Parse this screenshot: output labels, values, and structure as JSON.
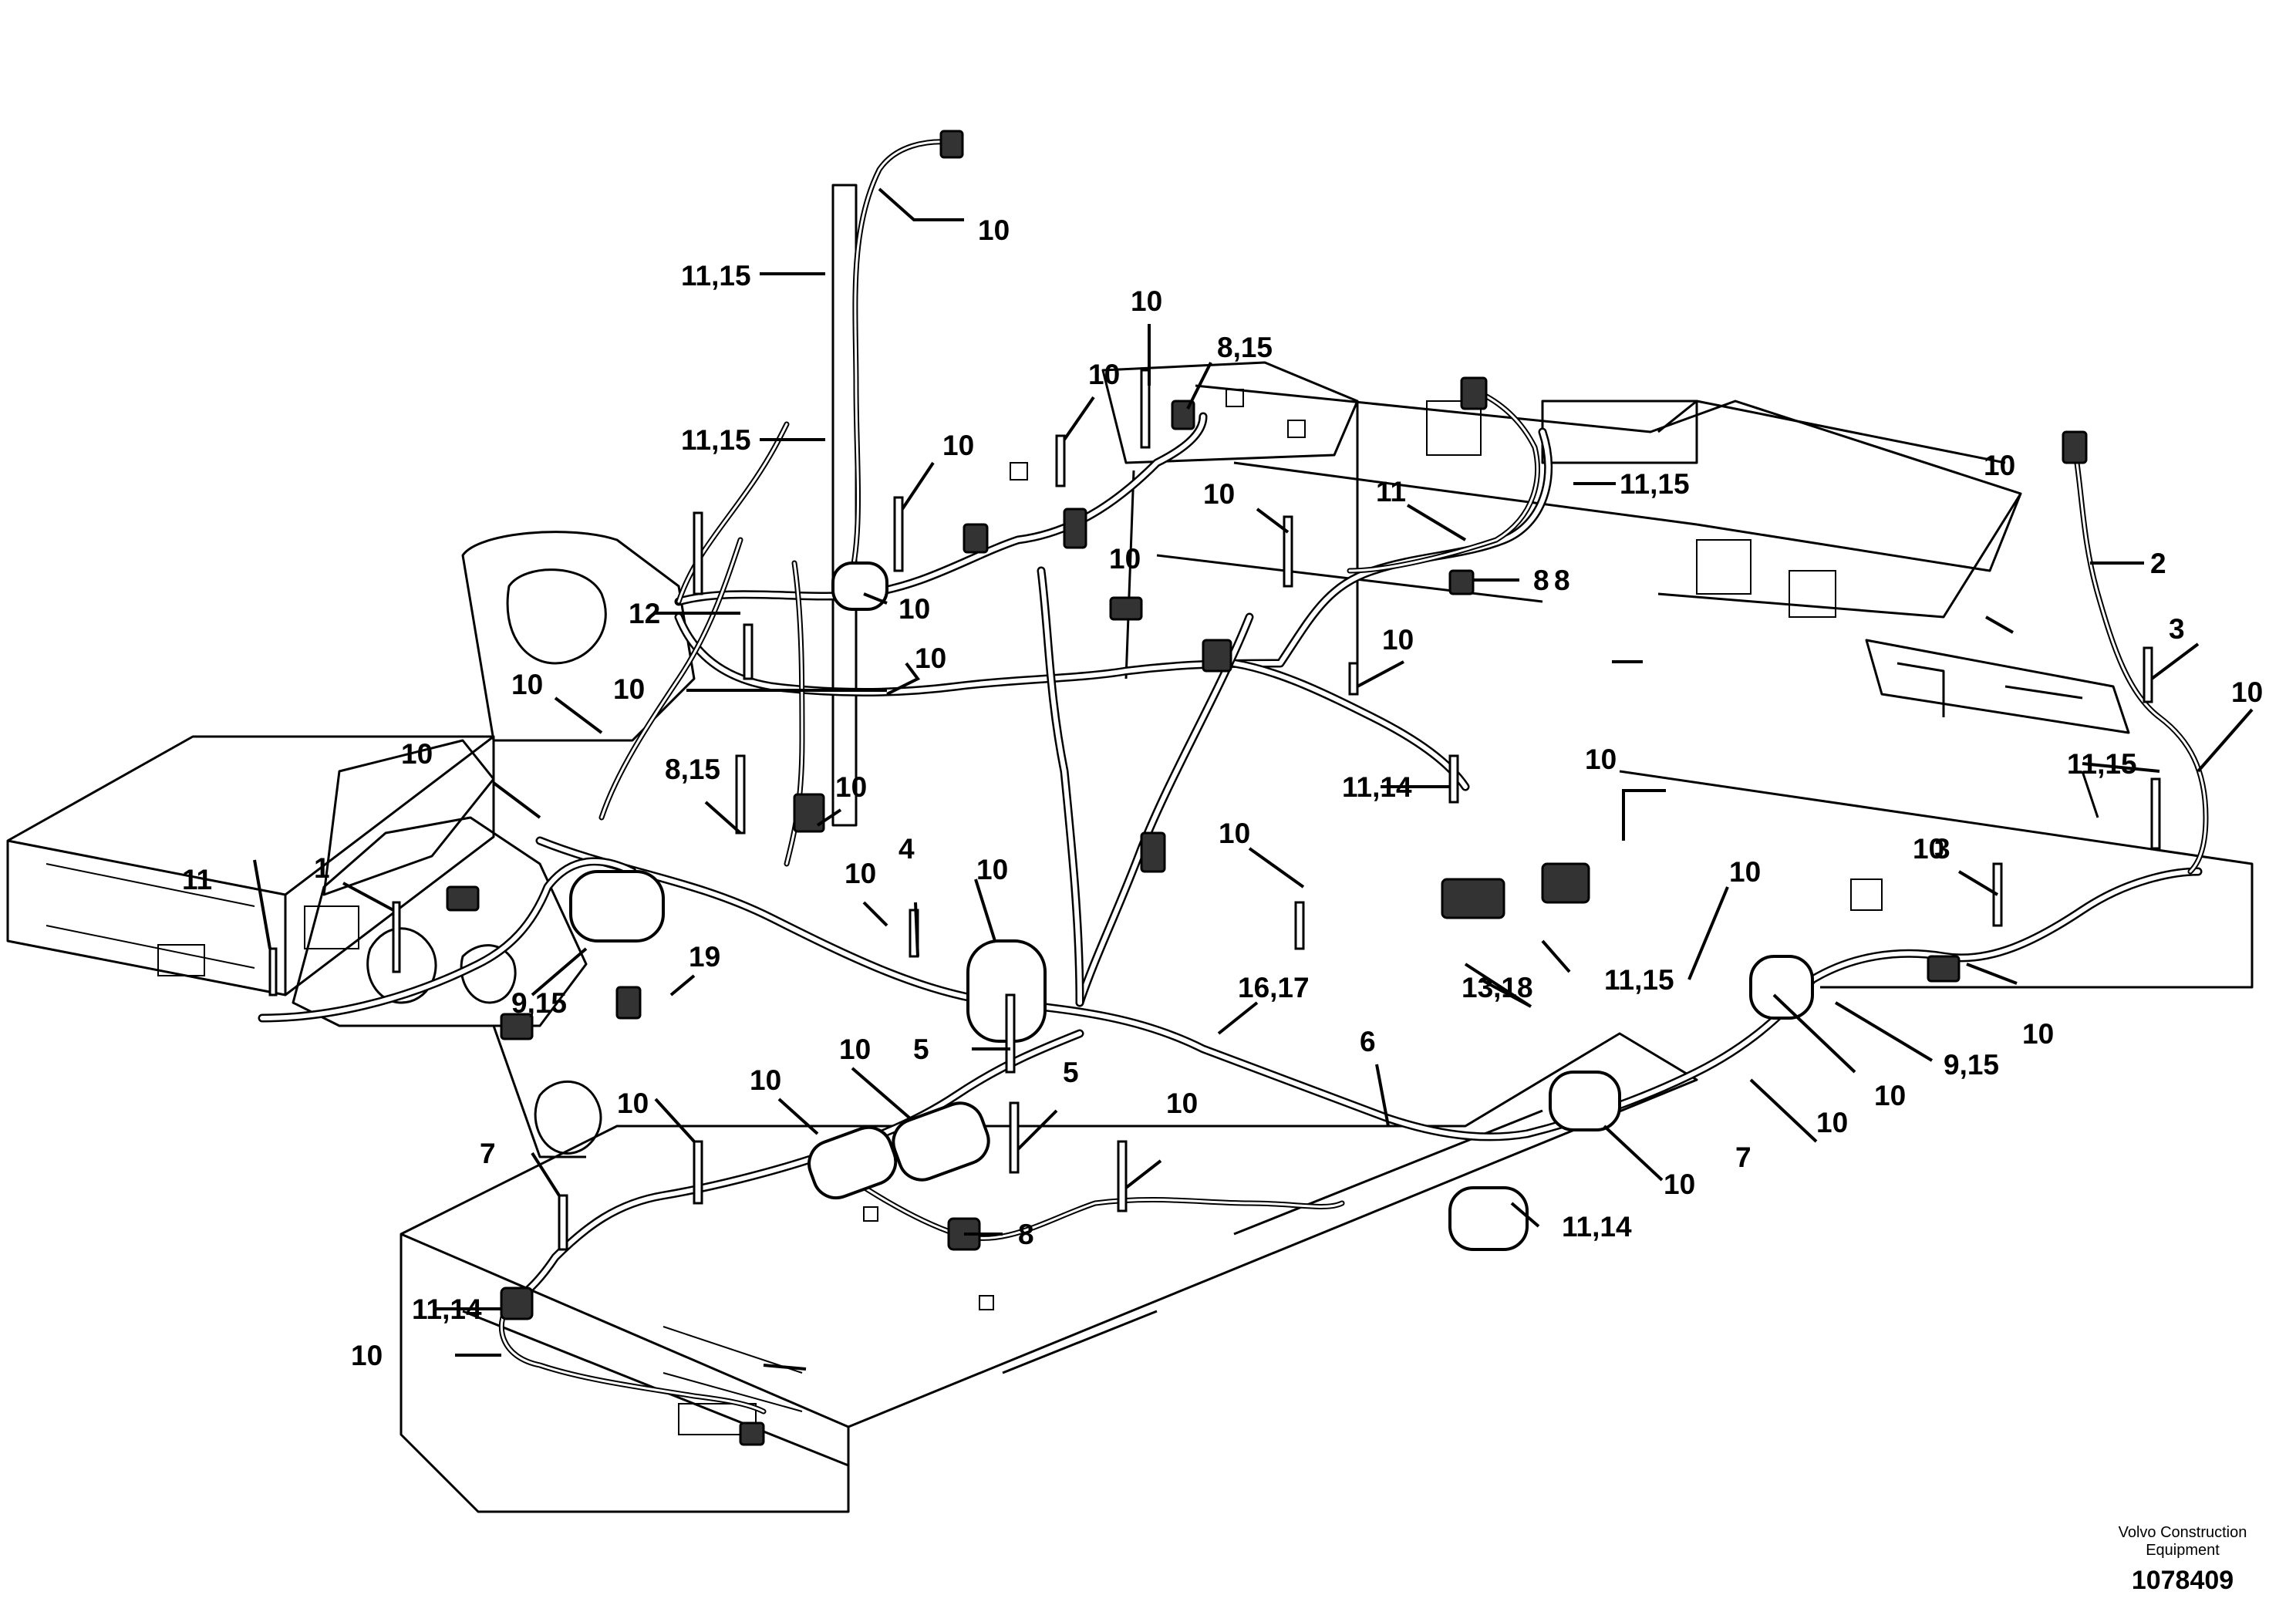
{
  "callouts": [
    {
      "id": "c1",
      "text": "10"
    },
    {
      "id": "c2",
      "text": "11,15"
    },
    {
      "id": "c3",
      "text": "10"
    },
    {
      "id": "c4",
      "text": "8,15"
    },
    {
      "id": "c5",
      "text": "10"
    },
    {
      "id": "c6",
      "text": "11,15"
    },
    {
      "id": "c7",
      "text": "10"
    },
    {
      "id": "c8",
      "text": "10"
    },
    {
      "id": "c9",
      "text": "11"
    },
    {
      "id": "c10",
      "text": "11,15"
    },
    {
      "id": "c11",
      "text": "8"
    },
    {
      "id": "c12",
      "text": "2"
    },
    {
      "id": "c13",
      "text": "10"
    },
    {
      "id": "c14",
      "text": "3"
    },
    {
      "id": "c15",
      "text": "12"
    },
    {
      "id": "c16",
      "text": "10"
    },
    {
      "id": "c17",
      "text": "10"
    },
    {
      "id": "c18",
      "text": "10"
    },
    {
      "id": "c19",
      "text": "8"
    },
    {
      "id": "c20",
      "text": "10"
    },
    {
      "id": "c21",
      "text": "10"
    },
    {
      "id": "c22",
      "text": "10"
    },
    {
      "id": "c23",
      "text": "10"
    },
    {
      "id": "c24",
      "text": "11,14"
    },
    {
      "id": "c25",
      "text": "10"
    },
    {
      "id": "c26",
      "text": "8,15"
    },
    {
      "id": "c27",
      "text": "10"
    },
    {
      "id": "c28",
      "text": "11,15"
    },
    {
      "id": "c29",
      "text": "10"
    },
    {
      "id": "c30",
      "text": "10"
    },
    {
      "id": "c31",
      "text": "10"
    },
    {
      "id": "c32",
      "text": "1"
    },
    {
      "id": "c33",
      "text": "10"
    },
    {
      "id": "c34",
      "text": "4"
    },
    {
      "id": "c35",
      "text": "10"
    },
    {
      "id": "c36",
      "text": "11"
    },
    {
      "id": "c37",
      "text": "10"
    },
    {
      "id": "c38",
      "text": "3"
    },
    {
      "id": "c39",
      "text": "19"
    },
    {
      "id": "c40",
      "text": "9,15"
    },
    {
      "id": "c41",
      "text": "16,17"
    },
    {
      "id": "c42",
      "text": "11,15"
    },
    {
      "id": "c43",
      "text": "13,18"
    },
    {
      "id": "c44",
      "text": "10"
    },
    {
      "id": "c45",
      "text": "5"
    },
    {
      "id": "c46",
      "text": "10"
    },
    {
      "id": "c47",
      "text": "9,15"
    },
    {
      "id": "c48",
      "text": "6"
    },
    {
      "id": "c49",
      "text": "10"
    },
    {
      "id": "c50",
      "text": "5"
    },
    {
      "id": "c51",
      "text": "10"
    },
    {
      "id": "c52",
      "text": "10"
    },
    {
      "id": "c53",
      "text": "10"
    },
    {
      "id": "c54",
      "text": "10"
    },
    {
      "id": "c55",
      "text": "7"
    },
    {
      "id": "c56",
      "text": "10"
    },
    {
      "id": "c57",
      "text": "7"
    },
    {
      "id": "c58",
      "text": "11,14"
    },
    {
      "id": "c59",
      "text": "8"
    },
    {
      "id": "c60",
      "text": "11,14"
    },
    {
      "id": "c61",
      "text": "10"
    }
  ],
  "footer": {
    "company_line1": "Volvo Construction",
    "company_line2": "Equipment",
    "figure_number": "1078409"
  }
}
